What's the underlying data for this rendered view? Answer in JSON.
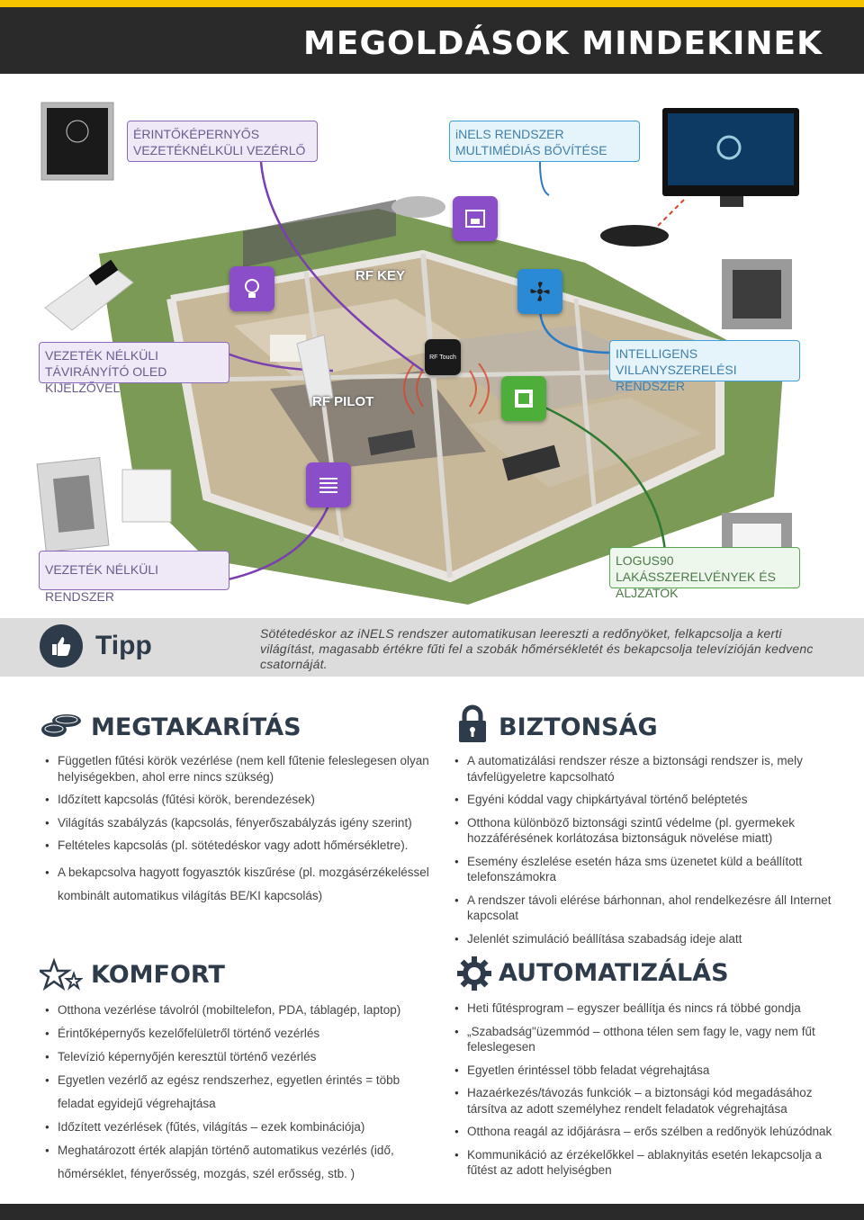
{
  "header": {
    "title": "MEGOLDÁSOK MINDEKINEK"
  },
  "house": {
    "labels": {
      "touch": "ÉRINTŐKÉPERNYŐS VEZETÉKNÉLKÜLI VEZÉRLŐ",
      "inels": "iNELS RENDSZER MULTIMÉDIÁS BŐVÍTÉSE",
      "remote": "VEZETÉK NÉLKÜLI TÁVIRÁNYÍTÓ OLED KIJELZŐVEL",
      "intelligent": "INTELLIGENS VILLANYSZERELÉSI RENDSZER",
      "wireless": "VEZETÉK NÉLKÜLI RENDSZER",
      "logus": "LOGUS90 LAKÁSSZERELVÉNYEK ÉS ALJZATOK"
    },
    "rf_key": "RF KEY",
    "rf_pilot": "RF PILOT",
    "rf_touch": "RF Touch"
  },
  "tip": {
    "label": "Tipp",
    "text": "Sötétedéskor az iNELS rendszer automatikusan leereszti a redőnyöket, felkapcsolja a kerti világítást, magasabb értékre fűti fel a szobák hőmérsékletét és bekapcsolja televízióján kedvenc csatornáját."
  },
  "sections": {
    "savings": {
      "title": "MEGTAKARÍTÁS",
      "items": [
        "Független fűtési körök vezérlése (nem kell fűtenie feleslegesen olyan helyiségekben, ahol erre nincs szükség)",
        "Időzített kapcsolás (fűtési körök, berendezések)",
        "Világítás szabályzás (kapcsolás, fényerőszabályzás igény szerint)",
        "Feltételes kapcsolás (pl. sötétedéskor vagy adott hőmérsékletre).",
        "A bekapcsolva hagyott fogyasztók kiszűrése (pl. mozgásérzékeléssel kombinált automatikus világítás BE/KI kapcsolás)"
      ]
    },
    "security": {
      "title": "BIZTONSÁG",
      "items": [
        "A automatizálási rendszer része a biztonsági rendszer is, mely távfelügyeletre kapcsolható",
        "Egyéni kóddal vagy chipkártyával történő beléptetés",
        "Otthona különböző biztonsági szintű védelme (pl. gyermekek hozzáférésének korlátozása biztonságuk növelése miatt)",
        "Esemény észlelése esetén háza sms üzenetet küld a beállított telefonszámokra",
        "A rendszer távoli elérése bárhonnan, ahol rendelkezésre áll Internet kapcsolat",
        "Jelenlét szimuláció beállítása szabadság ideje alatt"
      ]
    },
    "comfort": {
      "title": "KOMFORT",
      "items": [
        "Otthona vezérlése távolról (mobiltelefon, PDA, táblagép, laptop)",
        "Érintőképernyős kezelőfelületről történő vezérlés",
        "Televízió képernyőjén keresztül történő vezérlés",
        "Egyetlen vezérlő az egész rendszerhez, egyetlen érintés = több feladat egyidejű végrehajtása",
        "Időzített vezérlések (fűtés, világítás – ezek kombinációja)",
        "Meghatározott érték alapján történő automatikus vezérlés (idő, hőmérséklet, fényerősség, mozgás, szél erősség, stb. )"
      ]
    },
    "automation": {
      "title": "AUTOMATIZÁLÁS",
      "items": [
        "Heti fűtésprogram – egyszer beállítja és nincs rá többé gondja",
        "„Szabadság\"üzemmód – otthona télen sem fagy le, vagy nem fűt feleslegesen",
        "Egyetlen érintéssel több feladat végrehajtása",
        "Hazaérkezés/távozás funkciók – a biztonsági kód megadásához társítva az adott személyhez rendelt feladatok végrehajtása",
        "Otthona reagál az időjárásra – erős szélben a redőnyök lehúzódnak",
        "Kommunikáció az érzékelőkkel – ablaknyitás esetén lekapcsolja a fűtést az adott helyiségben"
      ]
    }
  }
}
